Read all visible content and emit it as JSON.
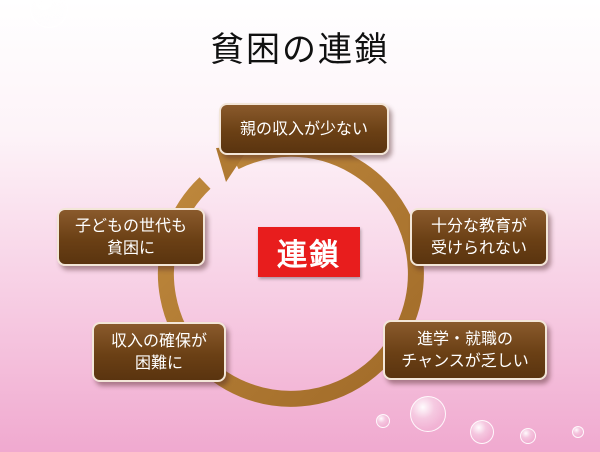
{
  "title": "貧困の連鎖",
  "center": "連鎖",
  "nodes": [
    {
      "id": "parent-income",
      "label": "親の収入が少ない"
    },
    {
      "id": "education",
      "label": "十分な教育が\n受けられない"
    },
    {
      "id": "career",
      "label": "進学・就職の\nチャンスが乏しい"
    },
    {
      "id": "income-difficulty",
      "label": "収入の確保が\n困難に"
    },
    {
      "id": "next-generation",
      "label": "子どもの世代も\n貧困に"
    }
  ],
  "colors": {
    "node_fill": "#6b4015",
    "arrow": "#b07a32",
    "center_fill": "#e81d1d",
    "background_bottom": "#f0a9cf"
  }
}
